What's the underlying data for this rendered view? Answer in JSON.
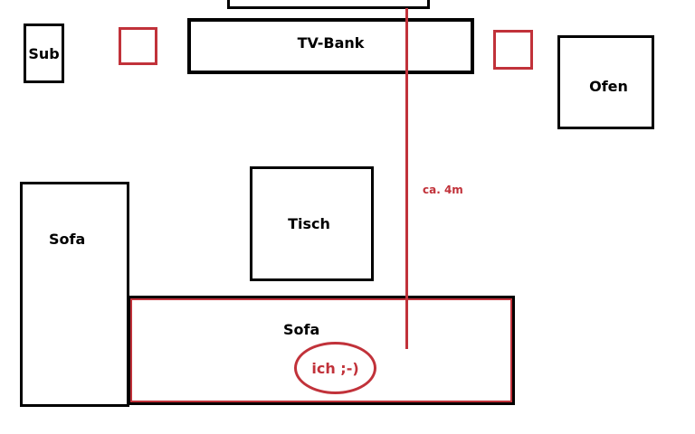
{
  "labels": {
    "tv_bank": "TV-Bank",
    "sub": "Sub",
    "ofen": "Ofen",
    "tisch": "Tisch",
    "sofa_left": "Sofa",
    "sofa_bottom": "Sofa",
    "distance": "ca. 4m",
    "me": "ich ;-)"
  },
  "colors": {
    "accent": "#c1323a",
    "line": "#000000"
  }
}
